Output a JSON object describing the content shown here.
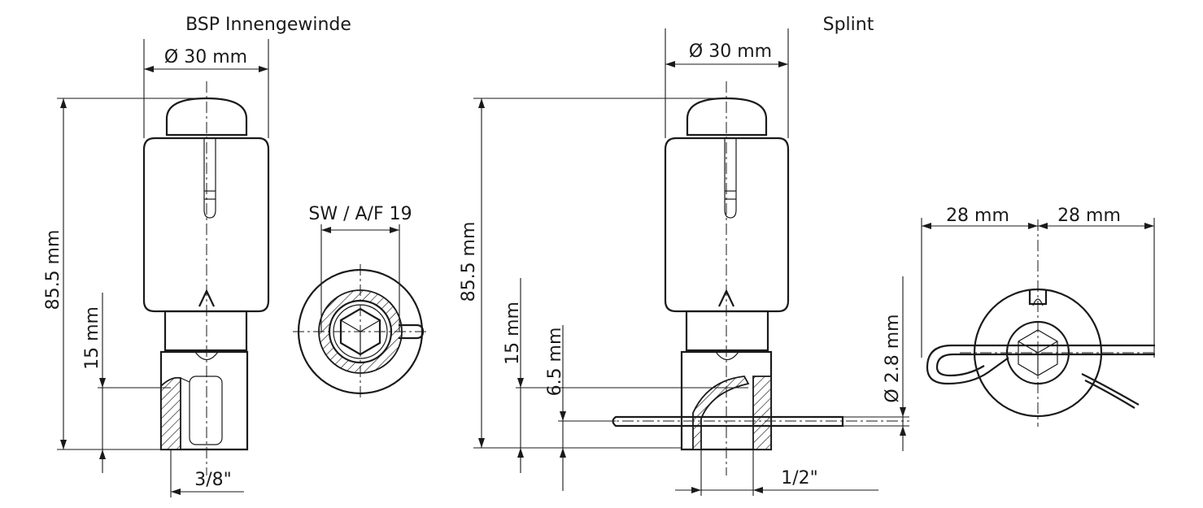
{
  "left_view": {
    "title": "BSP Innengewinde",
    "dim_diameter": "Ø 30 mm",
    "dim_height": "85.5 mm",
    "dim_15": "15 mm",
    "dim_thread": "3/8\""
  },
  "end_view": {
    "dim_af": "SW / A/F 19"
  },
  "right_view": {
    "title": "Splint",
    "dim_diameter": "Ø 30 mm",
    "dim_height": "85.5 mm",
    "dim_15": "15 mm",
    "dim_65": "6.5 mm",
    "dim_thread": "1/2\""
  },
  "pin_view": {
    "dim_left": "28 mm",
    "dim_right": "28 mm",
    "dim_pin": "Ø 2.8 mm"
  }
}
